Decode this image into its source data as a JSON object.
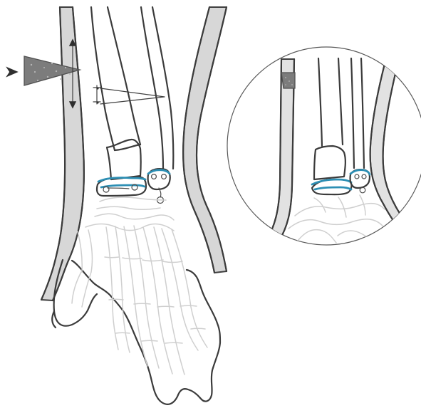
{
  "figure": {
    "title": "",
    "subtitle": ""
  },
  "palette": {
    "outline": "#3b3b3b",
    "bone_gray": "#c9c9c9",
    "cartilage_blue": "#2d8fb4",
    "band_gray": "#d7d7d7",
    "cone_gray": "#7c7c7c",
    "background": "#ffffff"
  },
  "icons": {
    "pointer": "arrowhead",
    "tool": "cone",
    "direction": "double-arrow"
  }
}
